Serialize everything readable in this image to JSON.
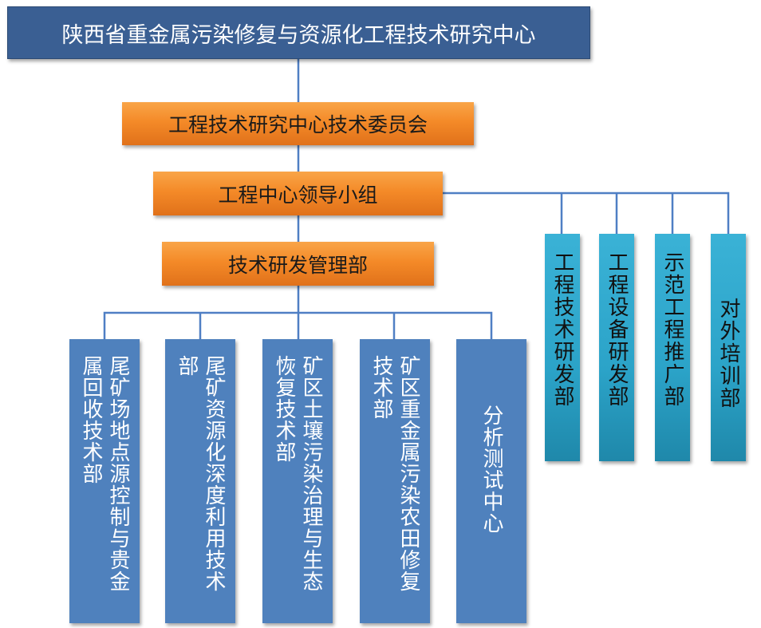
{
  "diagram": {
    "type": "org-chart",
    "root": "陕西省重金属污染修复与资源化工程技术研究中心",
    "committee": "工程技术研究中心技术委员会",
    "leadership": "工程中心领导小组",
    "management": "技术研发管理部",
    "side_departments": [
      "工程技术研发部",
      "工程设备研发部",
      "示范工程推广部",
      "对外培训部"
    ],
    "tech_departments": [
      "尾矿场地点源控制与贵金属回收技术部",
      "尾矿资源化深度利用技术部",
      "矿区土壤污染治理与生态恢复技术部",
      "矿区重金属污染农田修复技术部",
      "分析测试中心"
    ],
    "colors": {
      "root": "#3a5f93",
      "orange": "#f48a28",
      "teal": "#2ba3c8",
      "blue": "#4f81bd",
      "connector": "#4f7fc4"
    }
  }
}
